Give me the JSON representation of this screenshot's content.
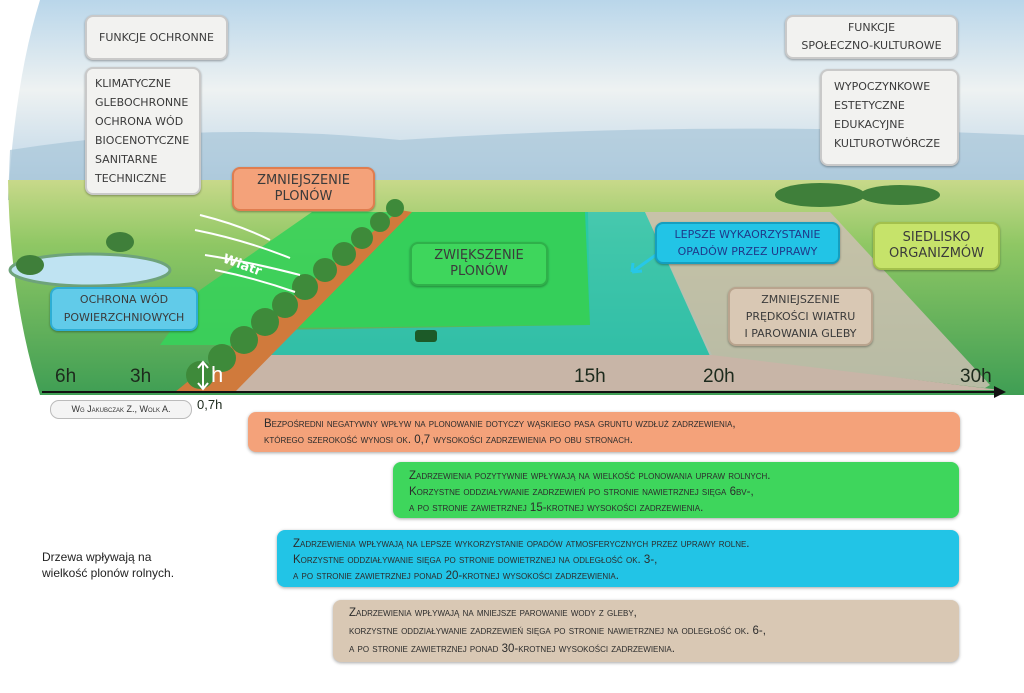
{
  "landscape": {
    "protective": {
      "title": "Funkcje ochronne",
      "items": [
        "Klimatyczne",
        "Glebochronne",
        "Ochrona wód",
        "Biocenotyczne",
        "Sanitarne",
        "Techniczne"
      ]
    },
    "social": {
      "title_lines": [
        "Funkcje",
        "społeczno-kulturowe"
      ],
      "items": [
        "Wypoczynkowe",
        "Estetyczne",
        "Edukacyjne",
        "Kulturotwórcze"
      ]
    },
    "labels": {
      "yield_decrease": [
        "Zmniejszenie",
        "plonów"
      ],
      "yield_increase": [
        "Zwiększenie",
        "plonów"
      ],
      "wind": "Wiatr",
      "water_protection": [
        "Ochrona wód",
        "powierzchniowych"
      ],
      "precipitation": [
        "Lepsze wykaorzystanie",
        "opadów przez uprawy"
      ],
      "habitat": [
        "Siedlisko",
        "organizmów"
      ],
      "wind_reduction": [
        "Zmniejszenie",
        "prędkości wiatru",
        "i parowania gleby"
      ]
    },
    "axis": {
      "ticks": [
        "6h",
        "3h",
        "h",
        "15h",
        "20h",
        "30h"
      ],
      "tree_offset": "0,7h"
    },
    "source": "Wg Jakubczak Z., Wolk A."
  },
  "colors": {
    "orange": "#f4a27a",
    "green": "#3ed65c",
    "cyan": "#22c4e6",
    "beige": "#d9c8b4",
    "lime": "#c6e36a"
  },
  "info_boxes": [
    {
      "lines": [
        "Bezpośredni negatywny wpływ na plonowanie dotyczy wąskiego pasa gruntu wzdłuż zadrzewienia,",
        "którego szerokość wynosi ok. 0,7 wysokości zadrzewienia po obu stronach."
      ]
    },
    {
      "lines": [
        "Zadrzewienia pozytywnie wpływają na wielkość plonowania upraw rolnych.",
        "Korzystne oddziaływanie zadrzewień po stronie nawietrznej sięga 6bv-,",
        "a po stronie zawietrznej 15-krotnej wysokości zadrzewienia."
      ]
    },
    {
      "lines": [
        "Zadrzewienia wpływają na lepsze wykorzystanie opadów atmosferycznych przez uprawy rolne.",
        "Korzystne oddziaływanie sięga po stronie dowietrznej na odległość ok. 3-,",
        "a po stronie zawietrznej ponad 20-krotnej wysokości zadrzewienia."
      ]
    },
    {
      "lines": [
        "Zadrzewienia wpływają na mniejsze parowanie wody z gleby,",
        "korzystne oddziaływanie zadrzewień  sięga po stronie nawietrznej na odległość ok. 6-,",
        "a po stronie zawietrznej ponad 30-krotnej wysokości zadrzewienia."
      ]
    }
  ],
  "caption": [
    "Drzewa wpływają na",
    "wielkość plonów rolnych."
  ]
}
